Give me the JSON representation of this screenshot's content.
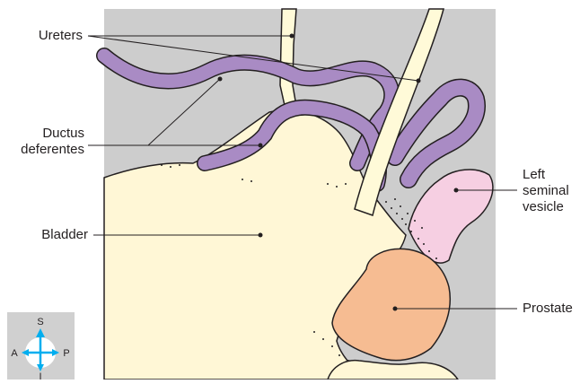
{
  "labels": {
    "ureters": "Ureters",
    "ductus": "Ductus\ndeferentes",
    "bladder": "Bladder",
    "left_seminal_vesicle": "Left\nseminal\nvesicle",
    "prostate": "Prostate"
  },
  "orientation": {
    "superior": "S",
    "anterior": "A",
    "posterior": "P",
    "inferior": "I"
  },
  "colors": {
    "background": "#cdcdcd",
    "bladder": "#fff7d6",
    "ductus": "#a98bc4",
    "ureter": "#fffad8",
    "seminal_vesicle": "#f6cfe2",
    "prostate": "#f6bc92",
    "compass_bg": "#d0d0d0",
    "compass_arrow": "#00aeef"
  }
}
